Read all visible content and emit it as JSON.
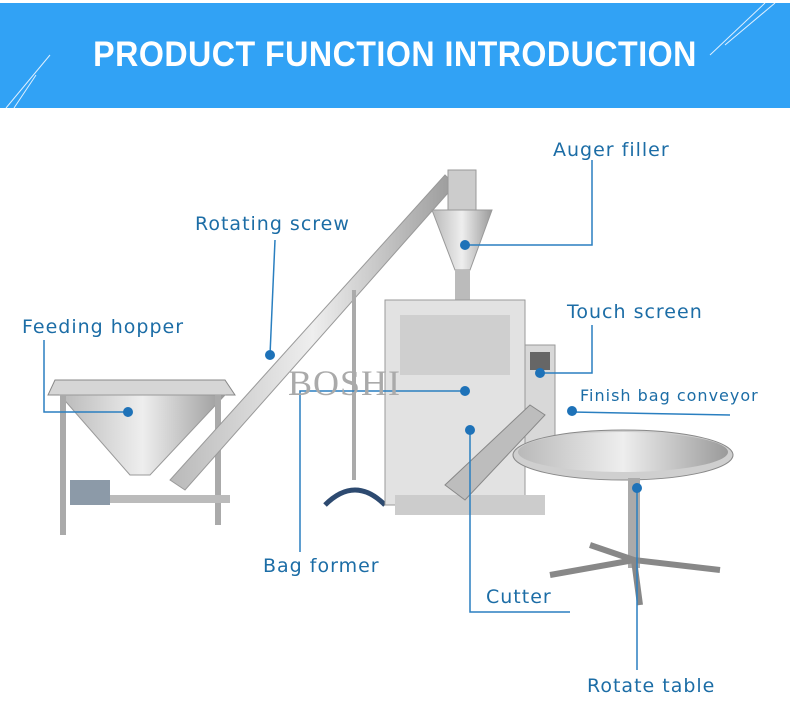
{
  "header": {
    "title": "PRODUCT FUNCTION INTRODUCTION"
  },
  "watermark": "BOSHI",
  "callouts": {
    "auger_filler": "Auger filler",
    "rotating_screw": "Rotating screw",
    "feeding_hopper": "Feeding hopper",
    "touch_screen": "Touch screen",
    "finish_bag_conveyor": "Finish bag conveyor",
    "bag_former": "Bag former",
    "cutter": "Cutter",
    "rotate_table": "Rotate table"
  },
  "colors": {
    "banner": "#31a2f5",
    "label": "#1c6da6",
    "line": "#2a7fc0"
  }
}
